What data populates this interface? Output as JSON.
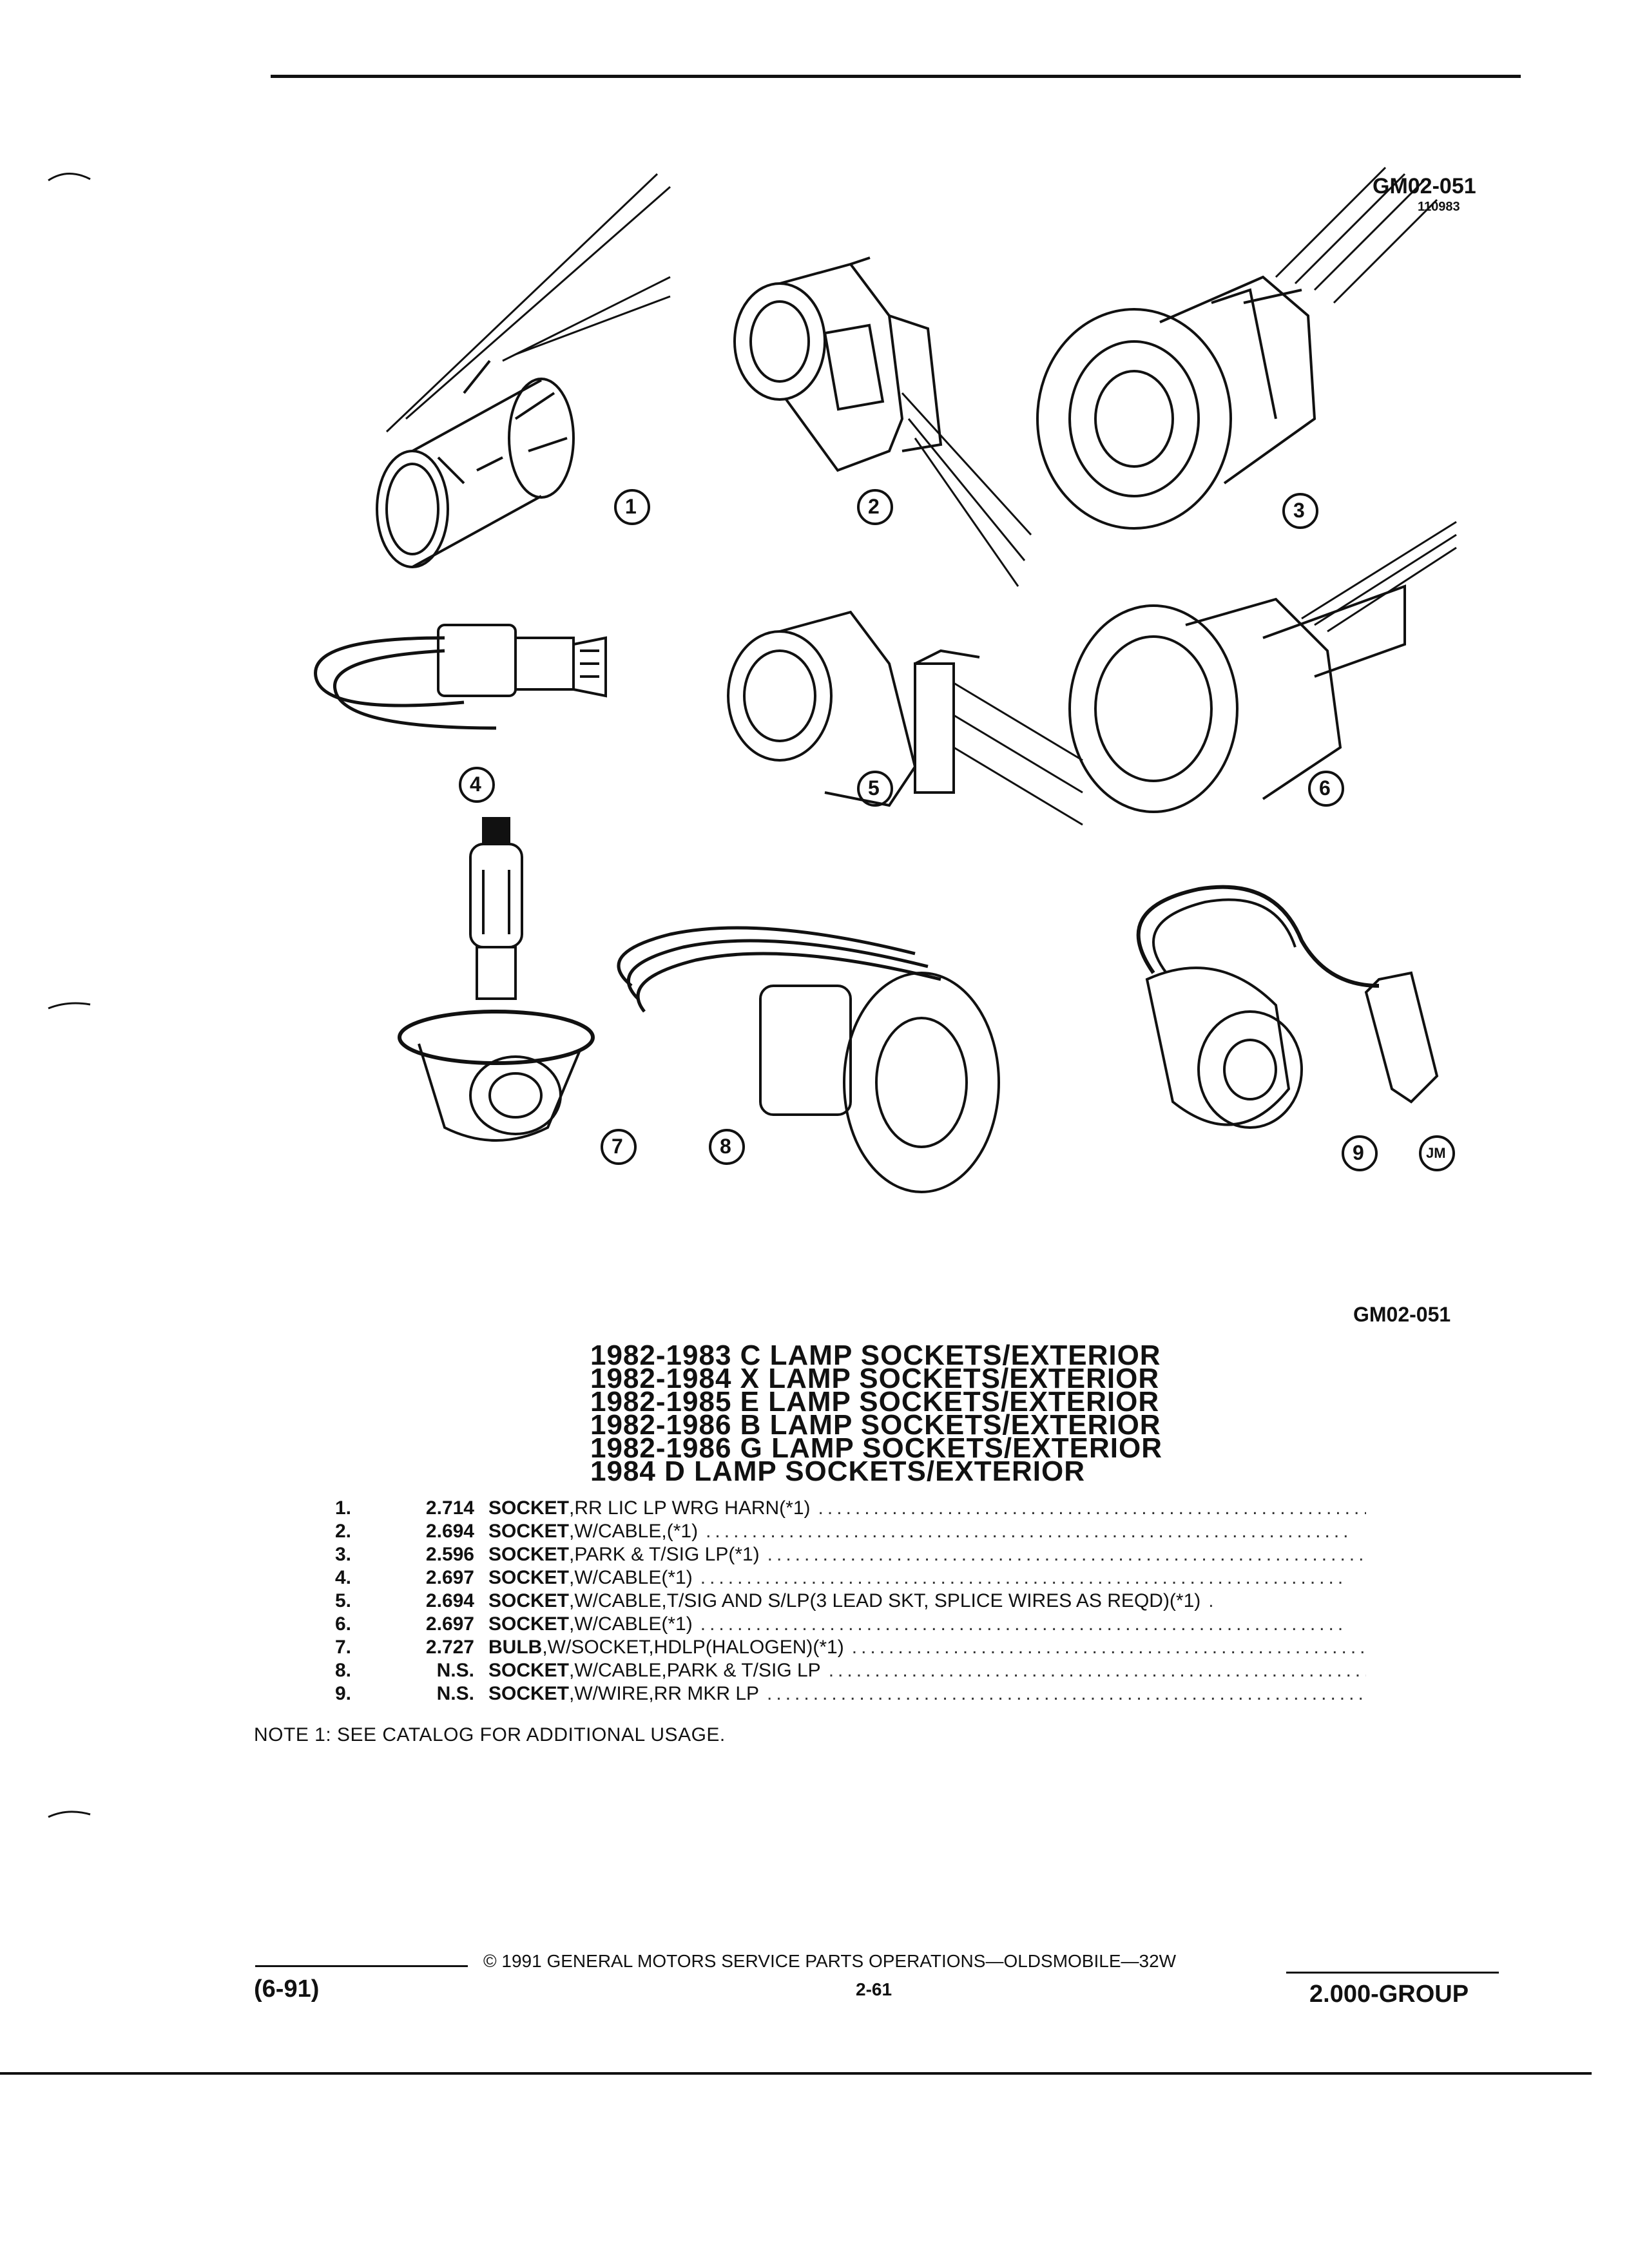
{
  "figure_code_top": "GM02-051",
  "figure_date": "110983",
  "figure_code_bottom": "GM02-051",
  "artist_mark": "JM",
  "callouts": [
    "1",
    "2",
    "3",
    "4",
    "5",
    "6",
    "7",
    "8",
    "9"
  ],
  "titles": [
    "1982-1983 C LAMP SOCKETS/EXTERIOR",
    "1982-1984 X LAMP SOCKETS/EXTERIOR",
    "1982-1985 E LAMP SOCKETS/EXTERIOR",
    "1982-1986 B LAMP SOCKETS/EXTERIOR",
    "1982-1986 G LAMP SOCKETS/EXTERIOR",
    "1984 D LAMP SOCKETS/EXTERIOR"
  ],
  "parts": [
    {
      "num": "1.",
      "pn": "2.714",
      "name": "SOCKET",
      "desc": ",RR LIC LP WRG HARN(*1)"
    },
    {
      "num": "2.",
      "pn": "2.694",
      "name": "SOCKET",
      "desc": ",W/CABLE,(*1)"
    },
    {
      "num": "3.",
      "pn": "2.596",
      "name": "SOCKET",
      "desc": ",PARK & T/SIG LP(*1)"
    },
    {
      "num": "4.",
      "pn": "2.697",
      "name": "SOCKET",
      "desc": ",W/CABLE(*1)"
    },
    {
      "num": "5.",
      "pn": "2.694",
      "name": "SOCKET",
      "desc": ",W/CABLE,T/SIG AND S/LP(3 LEAD SKT, SPLICE WIRES AS REQD)(*1)"
    },
    {
      "num": "6.",
      "pn": "2.697",
      "name": "SOCKET",
      "desc": ",W/CABLE(*1)"
    },
    {
      "num": "7.",
      "pn": "2.727",
      "name": "BULB",
      "desc": ",W/SOCKET,HDLP(HALOGEN)(*1)"
    },
    {
      "num": "8.",
      "pn": "N.S.",
      "name": "SOCKET",
      "desc": ",W/CABLE,PARK & T/SIG LP"
    },
    {
      "num": "9.",
      "pn": "N.S.",
      "name": "SOCKET",
      "desc": ",W/WIRE,RR MKR LP"
    }
  ],
  "note": "NOTE  1:  SEE CATALOG FOR ADDITIONAL USAGE.",
  "footer": {
    "date": "(6-91)",
    "copyright": "©  1991  GENERAL MOTORS SERVICE PARTS OPERATIONS—OLDSMOBILE—32W",
    "page": "2-61",
    "group": "2.000-GROUP"
  }
}
